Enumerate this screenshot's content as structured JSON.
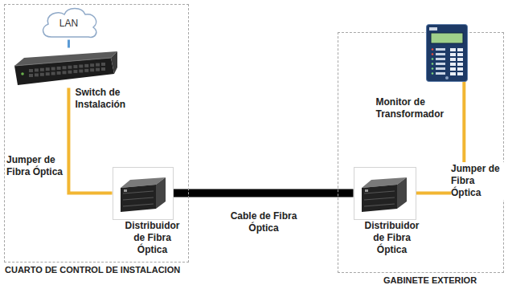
{
  "diagram": {
    "nodes": [
      {
        "text": [
          "CUARTO DE CONTROL DE INSTALACION"
        ]
      },
      {
        "text": [
          "LAN"
        ],
        "in": 0
      },
      {
        "text": [
          "Switch de Instalación"
        ],
        "in": 0
      },
      {
        "text": [
          "Distribuidor de Fibra Óptica"
        ],
        "in": 0
      },
      {
        "text": [
          "GABINETE EXTERIOR"
        ]
      },
      {
        "text": [
          "Monitor de Transformador"
        ],
        "in": 4
      },
      {
        "text": [
          "Distribuidor de Fibra Óptica"
        ],
        "in": 4
      }
    ],
    "edges": [
      {
        "from": 1,
        "to": 2,
        "arrow": "none"
      },
      {
        "from": 2,
        "to": 3,
        "label": "Jumper de Fibra Óptica",
        "arrow": "none"
      },
      {
        "from": 3,
        "to": 6,
        "label": "Cable de Fibra Óptica",
        "arrow": "none"
      },
      {
        "from": 6,
        "to": 5,
        "label": "Jumper de Fibra Óptica",
        "arrow": "none"
      }
    ]
  }
}
